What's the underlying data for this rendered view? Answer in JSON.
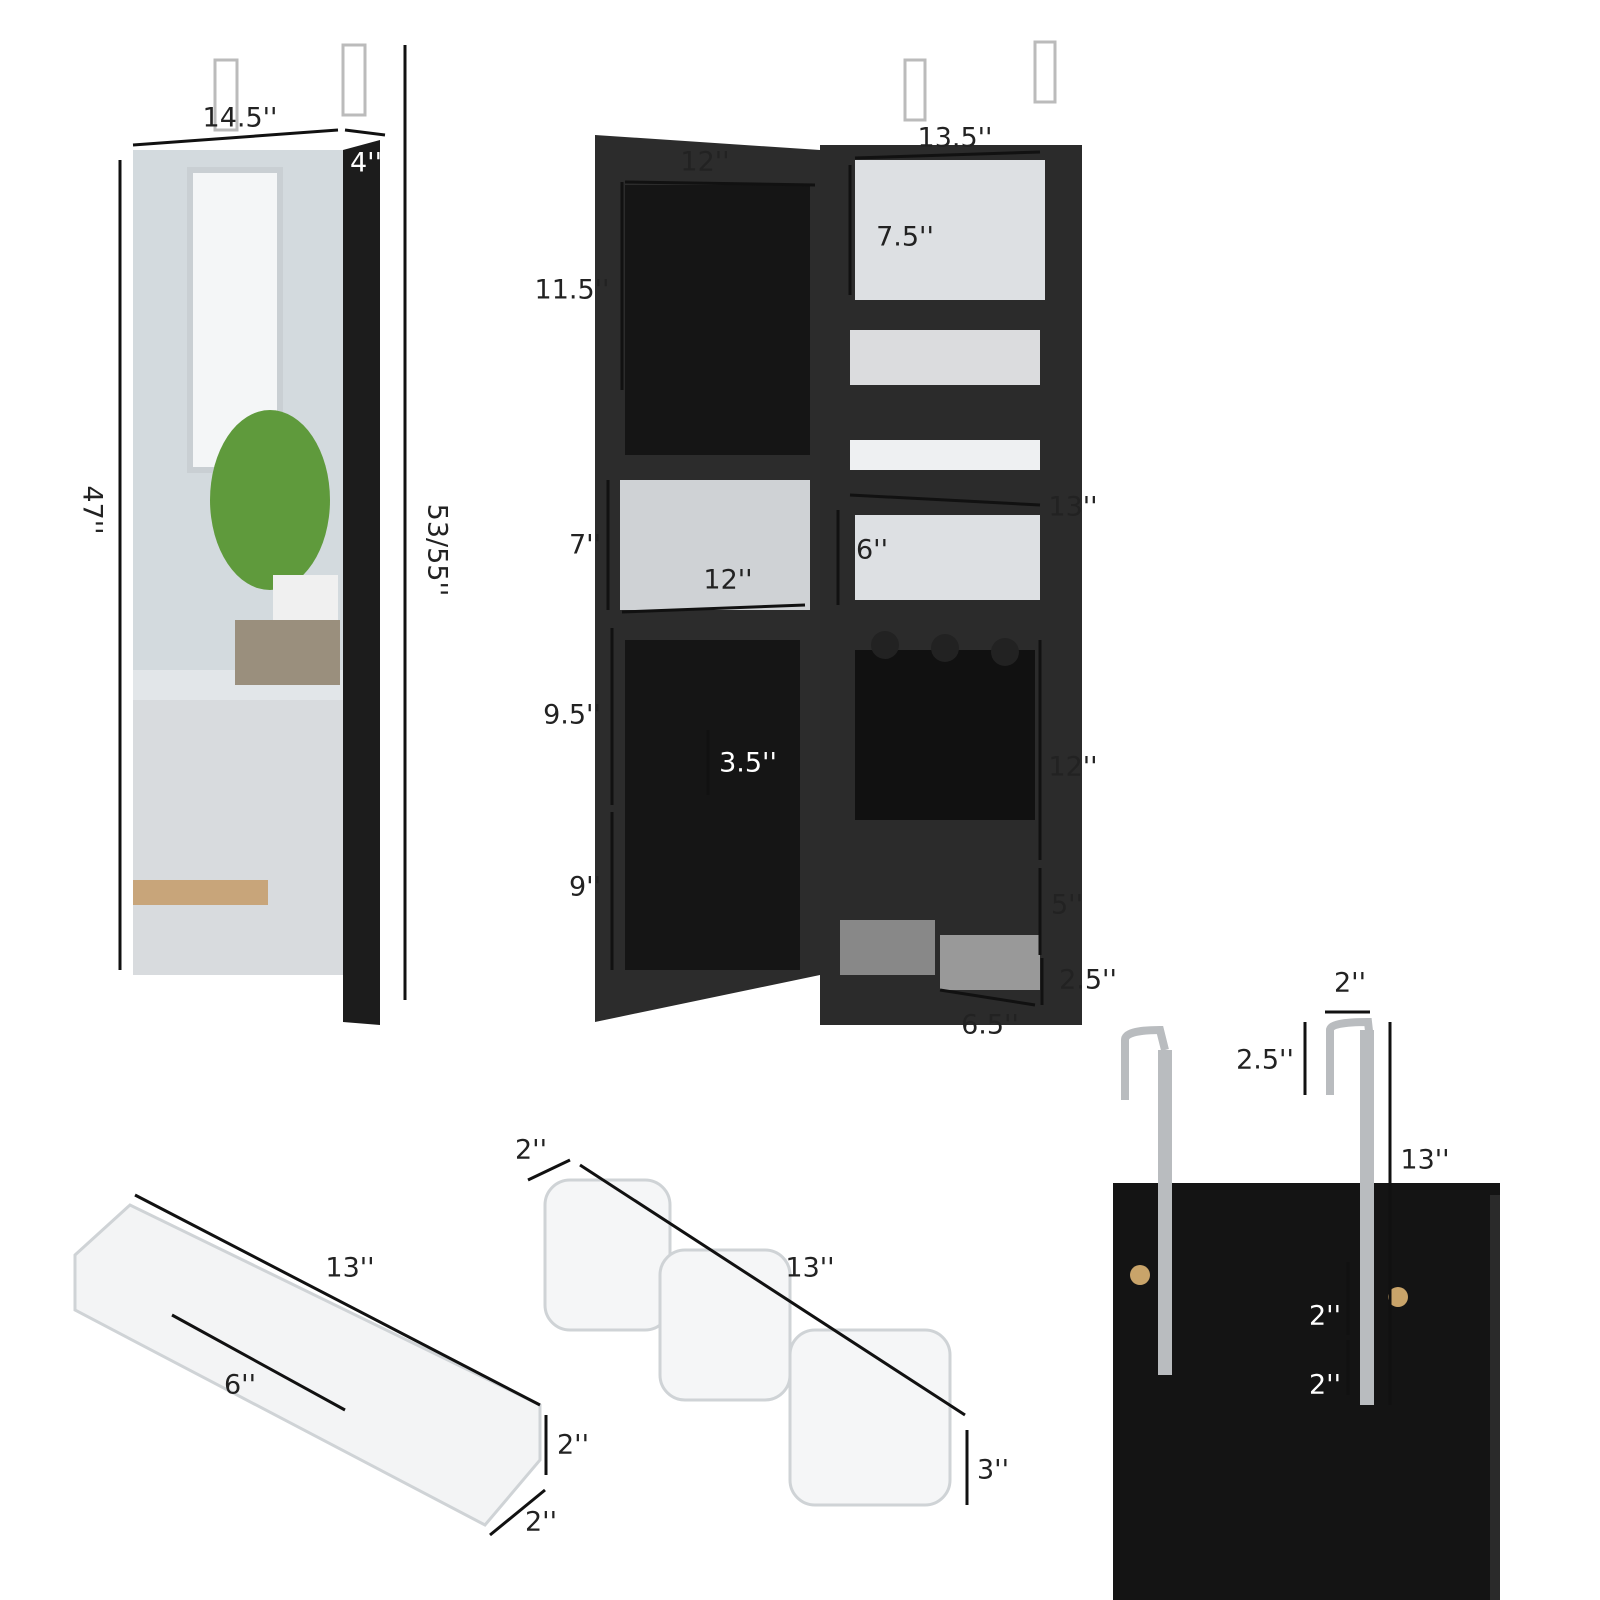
{
  "colors": {
    "cabinet": "#2a2a2a",
    "mirror": "#dfe3e6",
    "dimension_line": "#111111",
    "background": "#ffffff"
  },
  "mirror_view": {
    "width": "14.5''",
    "depth": "4''",
    "mirror_height": "47''",
    "total_height": "53/55''"
  },
  "open_view": {
    "labels": [
      "12''",
      "13.5''",
      "7.5''",
      "11.5''",
      "13''",
      "7''",
      "6''",
      "12''",
      "9.5''",
      "3.5''",
      "12''",
      "9''",
      "5''",
      "2.5''",
      "6.5''"
    ]
  },
  "tray_organizer": {
    "length": "13''",
    "compartment": "6''",
    "height": "2''",
    "width": "2''"
  },
  "cup_organizer": {
    "width": "2''",
    "length": "13''",
    "height": "3''"
  },
  "hook_view": {
    "hook_width": "2''",
    "hook_depth": "2.5''",
    "hook_length": "13''",
    "spacing_1": "2''",
    "spacing_2": "2''"
  }
}
